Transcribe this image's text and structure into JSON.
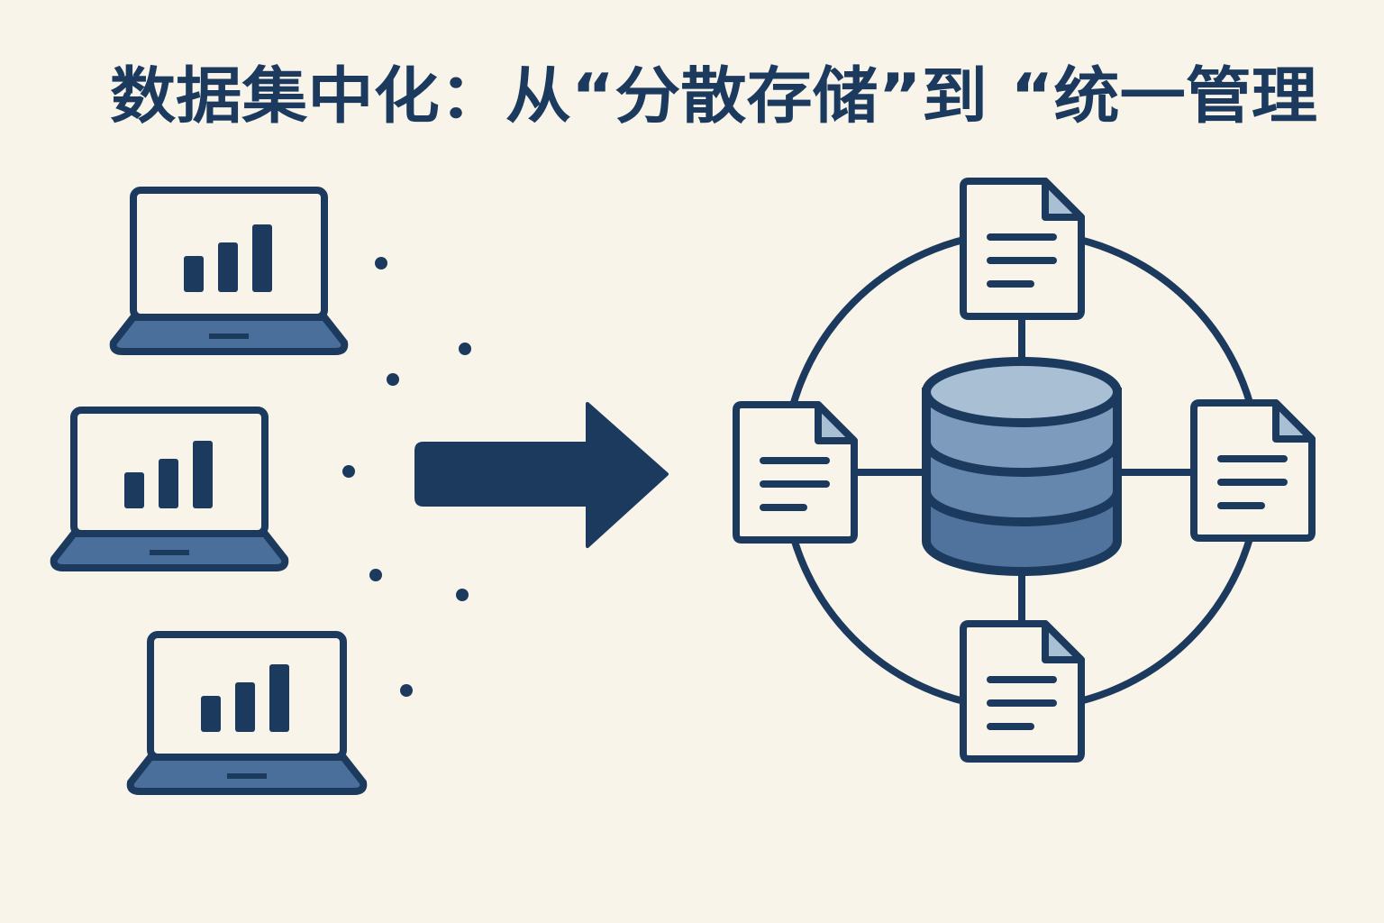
{
  "title": "数据集中化：从“分散存储”到 “统一管理",
  "colors": {
    "background": "#f9f4ea",
    "ink": "#1c3a5e",
    "laptop_base": "#4a6f9a",
    "db_top": "#a9bfd4",
    "db_band1": "#7c9bbd",
    "db_band2": "#6587ad",
    "db_band3": "#4f739c"
  },
  "left_group": {
    "label": "distributed-laptops",
    "count": 3
  },
  "right_group": {
    "label": "central-database",
    "documents": 4
  }
}
